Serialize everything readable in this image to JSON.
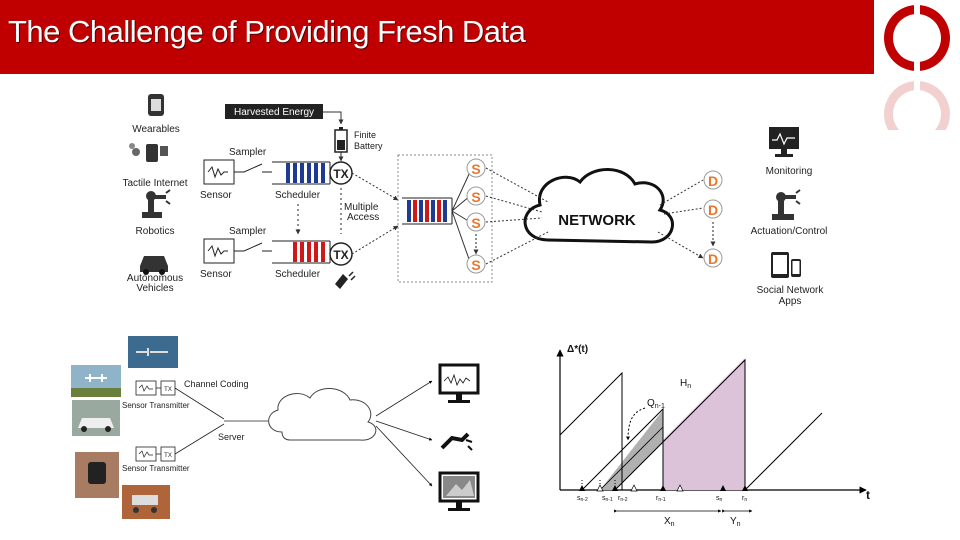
{
  "slide": {
    "title": "The Challenge of Providing Fresh Data"
  },
  "colors": {
    "title_bg": "#c00000",
    "accent": "#e8772e",
    "pink_area": "#dcc3da",
    "gray_area": "#b0b0b0"
  },
  "top_diagram": {
    "left_categories": [
      "Wearables",
      "Tactile Internet",
      "Robotics",
      "Autonomous",
      "Vehicles"
    ],
    "harvested_energy": "Harvested Energy",
    "finite": "Finite",
    "battery": "Battery",
    "sampler": "Sampler",
    "sensor": "Sensor",
    "scheduler": "Scheduler",
    "tx": "TX",
    "multiple": "Multiple",
    "access": "Access",
    "source_label": "S",
    "network": "NETWORK",
    "dest_label": "D",
    "right_categories": [
      "Monitoring",
      "Actuation/Control",
      "Social Network",
      "Apps"
    ]
  },
  "bottom_left": {
    "channel_coding": "Channel Coding",
    "sensor_transmitter": "Sensor Transmitter",
    "server": "Server",
    "tx_small": "TX"
  },
  "age_chart": {
    "ylabel": "Δ*(t)",
    "xlabel": "t",
    "H": "H",
    "H_sub": "n",
    "Q": "Q",
    "Q_sub": "n-1",
    "X": "X",
    "X_sub": "n",
    "Y": "Y",
    "Y_sub": "n",
    "ticks": [
      {
        "base": "s",
        "sub": "n-2"
      },
      {
        "base": "s",
        "sub": "n-1"
      },
      {
        "base": "r",
        "sub": "n-2"
      },
      {
        "base": "r",
        "sub": "n-1"
      },
      {
        "base": "s",
        "sub": "n"
      },
      {
        "base": "r",
        "sub": "n"
      }
    ]
  }
}
